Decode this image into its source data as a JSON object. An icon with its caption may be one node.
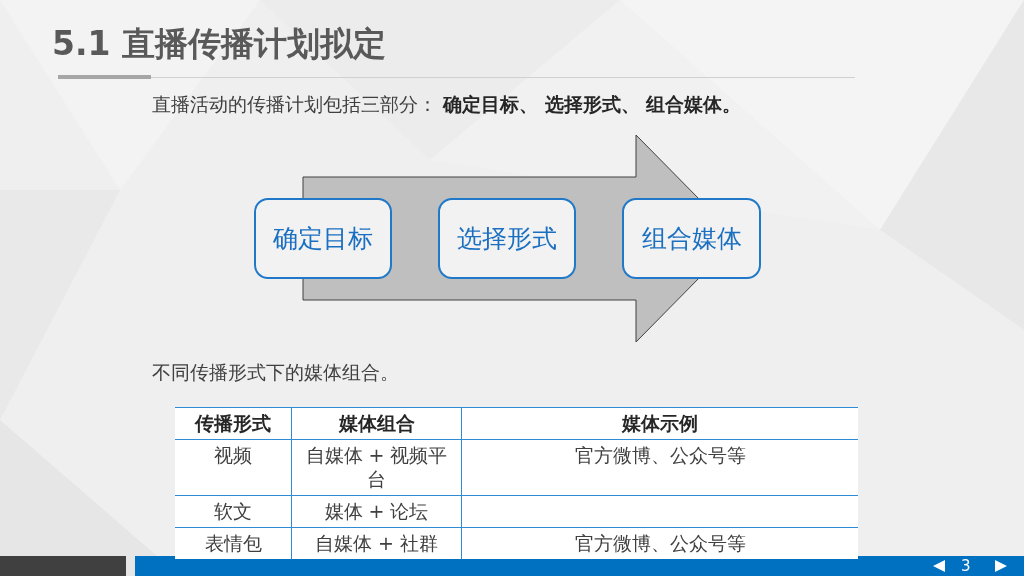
{
  "diagram": {
    "title": "5.1 直播传播计划拟定",
    "nodes": [
      {
        "text": [],
        "shape": "arrow"
      },
      {
        "text": [
          "确定目标"
        ]
      },
      {
        "text": [
          "选择形式"
        ],
        "in": 0
      },
      {
        "text": [
          "组合媒体"
        ],
        "in": 0
      }
    ],
    "labels": [
      "直播活动的传播计划包括三部分： **确定目标、 选择形式、 组合媒体。**",
      "不同传播形式下的媒体组合。",
      "传播形式",
      "媒体组合",
      "媒体示例",
      "视频",
      "自媒体 + 视频平台",
      "官方微博、公众号等",
      "软文",
      "媒体 + 论坛",
      "表情包",
      "自媒体 + 社群",
      "官方微博、公众号等",
      "3"
    ]
  }
}
